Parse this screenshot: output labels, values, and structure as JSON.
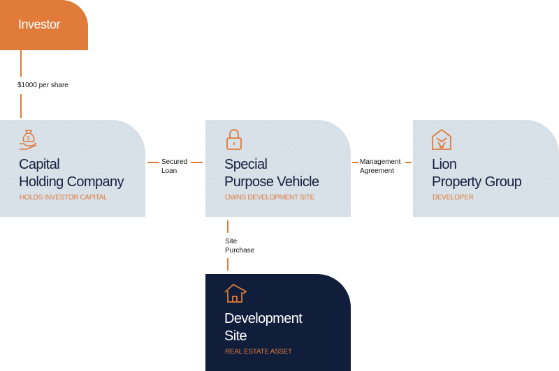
{
  "investor": {
    "label": "Investor"
  },
  "connectors": {
    "investor_capital": "$1000 per share",
    "capital_spv": [
      "Secured",
      "Loan"
    ],
    "spv_lion": [
      "Management",
      "Agreement"
    ],
    "spv_site": [
      "Site",
      "Purchase"
    ]
  },
  "nodes": {
    "capital": {
      "title": [
        "Capital",
        "Holding Company"
      ],
      "subtitle": "HOLDS INVESTOR CAPITAL",
      "icon": "money-bag-hand-icon"
    },
    "spv": {
      "title": [
        "Special",
        "Purpose Vehicle"
      ],
      "subtitle": "OWNS DEVELOPMENT SITE",
      "icon": "lock-icon"
    },
    "lion": {
      "title": [
        "Lion",
        "Property Group"
      ],
      "subtitle": "DEVELOPER",
      "icon": "lion-house-icon"
    },
    "site": {
      "title": [
        "Development",
        "Site"
      ],
      "subtitle": "REAL ESTATE ASSET",
      "icon": "house-icon"
    }
  },
  "colors": {
    "accent": "#e07b39",
    "box": "#d8e0e8",
    "dark": "#101d3b"
  }
}
